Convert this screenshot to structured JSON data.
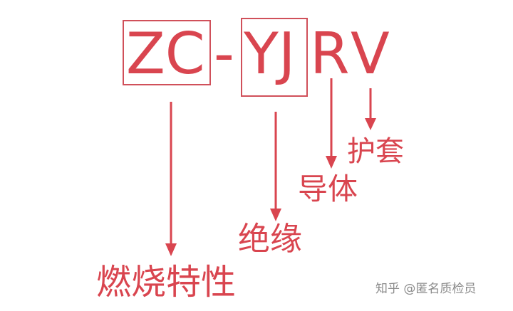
{
  "code": {
    "part_zc": "ZC",
    "hyphen": "-",
    "part_yj": "YJ",
    "part_r": "R",
    "part_v": "V"
  },
  "labels": {
    "burning": "燃烧特性",
    "insulation": "绝缘",
    "conductor": "导体",
    "sheath": "护套"
  },
  "watermark": "知乎 @匿名质检员",
  "colors": {
    "accent": "#d9454f",
    "box": "#d0505a",
    "watermark": "#8b8b8b"
  }
}
